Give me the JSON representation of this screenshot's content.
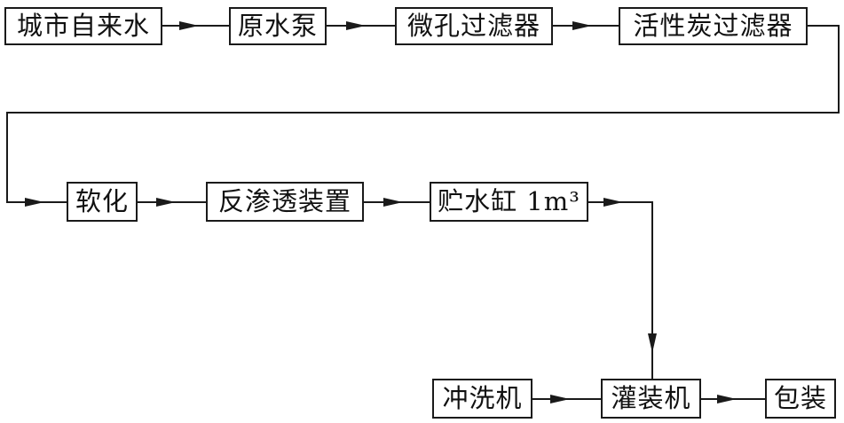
{
  "nodes": {
    "tap_water": "城市自来水",
    "raw_pump": "原水泵",
    "microporous_filter": "微孔过滤器",
    "activated_carbon_filter": "活性炭过滤器",
    "softening": "软化",
    "reverse_osmosis": "反渗透装置",
    "storage_tank": "贮水缸 1m³",
    "washer": "冲洗机",
    "filler": "灌装机",
    "packaging": "包装"
  },
  "colors": {
    "line": "#1a1a1a",
    "background": "#ffffff"
  }
}
